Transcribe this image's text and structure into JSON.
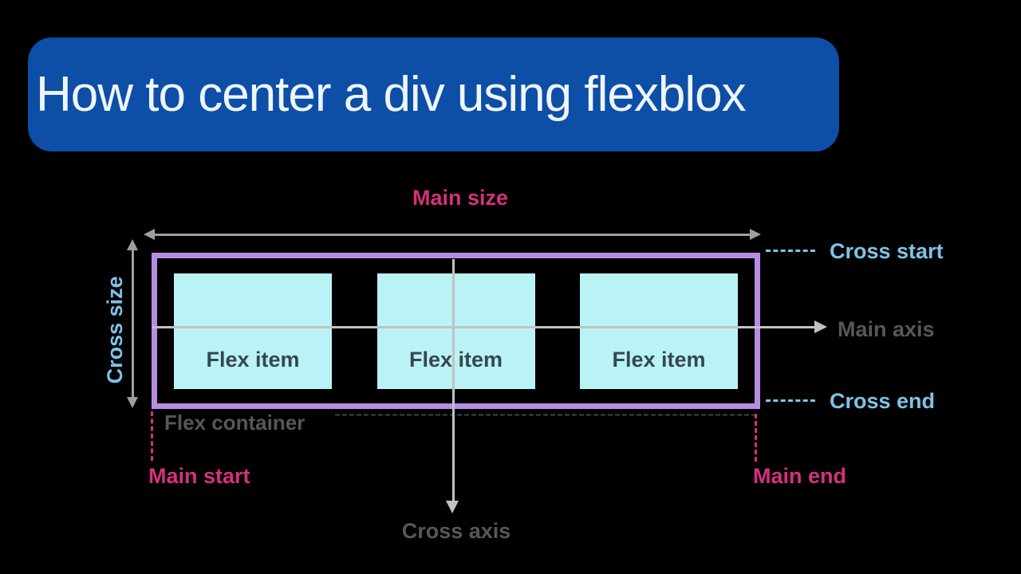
{
  "title": {
    "text": "How to center a div using flexblox"
  },
  "diagram": {
    "labels": {
      "main_size": "Main size",
      "cross_size": "Cross size",
      "main_axis": "Main axis",
      "cross_axis": "Cross axis",
      "cross_start": "Cross start",
      "cross_end": "Cross end",
      "flex_container": "Flex container",
      "main_start": "Main start",
      "main_end": "Main end"
    },
    "items": [
      {
        "label": "Flex item"
      },
      {
        "label": "Flex item"
      },
      {
        "label": "Flex item"
      }
    ]
  },
  "colors": {
    "background": "#000000",
    "title_bg": "#0d4ea6",
    "title_fg": "#eef5ff",
    "pink": "#d5307d",
    "light_blue": "#7ec3e6",
    "gray_label": "#575757",
    "arrow_gray": "#9f9f9f",
    "arrow_light": "#c2c2c2",
    "container_border": "#b58ee2",
    "item_bg": "#b9f3f5",
    "item_text": "#37474f",
    "faint_dash": "#2d2d2d"
  }
}
